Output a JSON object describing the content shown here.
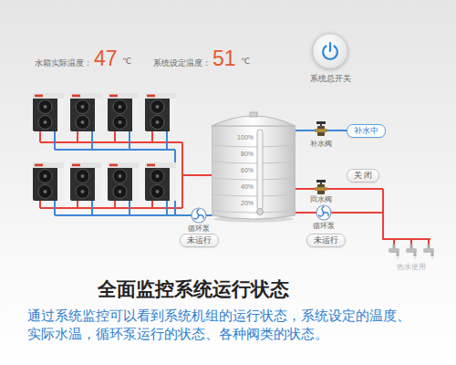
{
  "diagram": {
    "title": "全面监控系统运行状态",
    "caption": "通过系统监控可以看到系统机组的运行状态，系统设定的温度、实际水温，循环泵运行的状态、各种阀类的状态。",
    "nodes": [
      {
        "text": [
          "系统总开关"
        ]
      },
      {
        "text": [
          "100%",
          "80%",
          "60%",
          "40%",
          "20%"
        ]
      },
      {
        "text": [
          "补水中"
        ]
      },
      {
        "text": [
          "关 闭"
        ]
      },
      {
        "text": [
          "未运行"
        ]
      },
      {
        "text": [
          "未运行"
        ]
      }
    ],
    "edges": [
      {
        "from": 1,
        "to": 2,
        "arrow": "none"
      }
    ],
    "labels": [
      "水箱实际温度：",
      "47",
      "℃",
      "系统设定温度：",
      "51",
      "℃",
      "补水阀",
      "回水阀",
      "循环泵",
      "循环泵",
      "热水使用"
    ]
  }
}
